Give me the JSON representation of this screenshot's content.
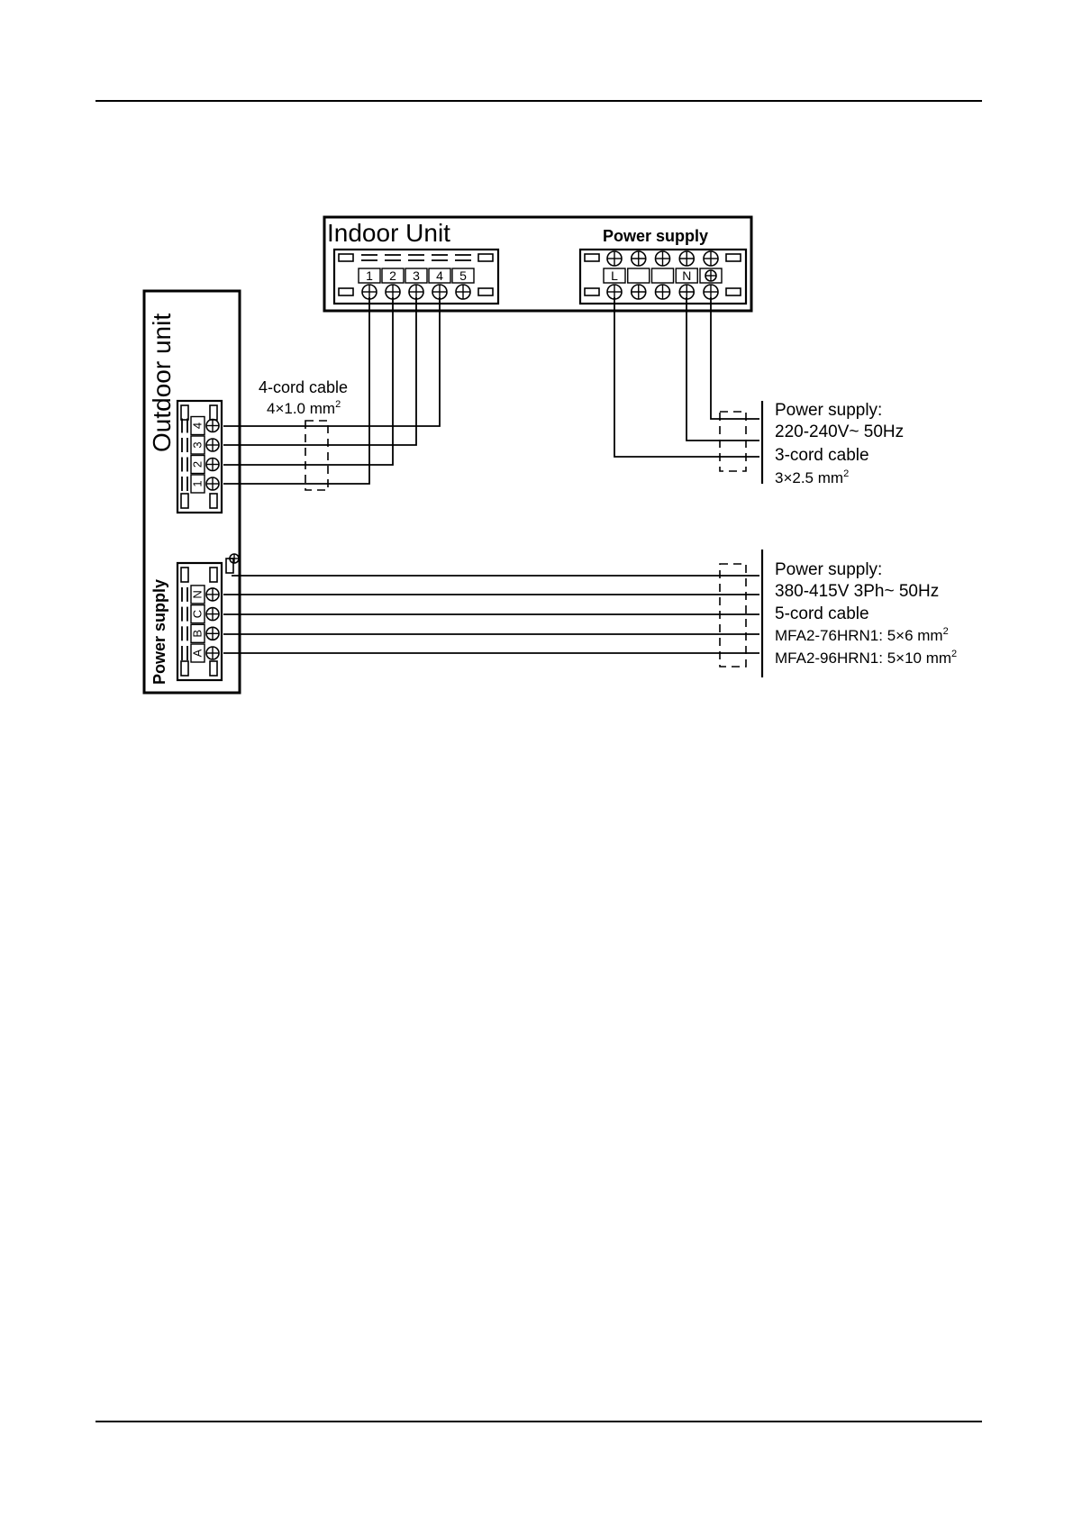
{
  "indoor_unit": {
    "title": "Indoor Unit",
    "terminals": [
      "1",
      "2",
      "3",
      "4",
      "5"
    ],
    "power_supply_label": "Power supply",
    "power_terminals": [
      "L",
      "",
      "",
      "N"
    ]
  },
  "outdoor_unit": {
    "title": "Outdoor unit",
    "signal_terminals": [
      "1",
      "2",
      "3",
      "4"
    ],
    "power_supply_label": "Power supply",
    "power_terminals": [
      "A",
      "B",
      "C",
      "N"
    ]
  },
  "signal_cable": {
    "name": "4-cord cable",
    "size_base": "4×1.0 mm",
    "size_exp": "2"
  },
  "indoor_power_note": {
    "line1": "Power supply:",
    "line2": "220-240V~  50Hz",
    "line3": "3-cord cable",
    "size_base": "3×2.5 mm",
    "size_exp": "2"
  },
  "outdoor_power_note": {
    "line1": "Power supply:",
    "line2": "380-415V 3Ph~ 50Hz",
    "line3": "5-cord cable",
    "model1_base": "MFA2-76HRN1: 5×6 mm",
    "model1_exp": "2",
    "model2_base": "MFA2-96HRN1: 5×10 mm",
    "model2_exp": "2"
  }
}
